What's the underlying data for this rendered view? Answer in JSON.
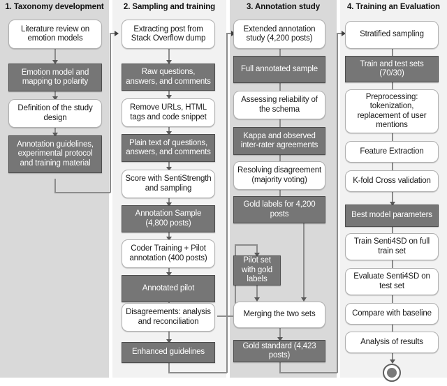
{
  "figure": {
    "type": "flowchart",
    "orientation": "four-column-swimlane",
    "colors": {
      "lane_dark": "#d9d9d9",
      "lane_light": "#f2f2f2",
      "node_grey_fill": "#767676",
      "node_white_fill": "#ffffff",
      "connector": "#8c8c8c"
    }
  },
  "columns": [
    {
      "title": "1. Taxonomy development",
      "nodes": [
        {
          "label": "Literature review on emotion models",
          "style": "white"
        },
        {
          "label": "Emotion model and mapping to polarity",
          "style": "grey"
        },
        {
          "label": "Definition of the study design",
          "style": "white"
        },
        {
          "label": "Annotation guidelines, experimental protocol and training material",
          "style": "grey"
        }
      ]
    },
    {
      "title": "2. Sampling and training",
      "nodes": [
        {
          "label": "Extracting post from Stack Overflow dump",
          "style": "white"
        },
        {
          "label": "Raw questions, answers, and comments",
          "style": "grey"
        },
        {
          "label": "Remove URLs, HTML tags and code snippet",
          "style": "white"
        },
        {
          "label": "Plain text of questions, answers, and comments",
          "style": "grey"
        },
        {
          "label": "Score with SentiStrength and sampling",
          "style": "white"
        },
        {
          "label": "Annotation Sample (4,800 posts)",
          "style": "grey"
        },
        {
          "label": "Coder Training + Pilot annotation (400 posts)",
          "style": "white"
        },
        {
          "label": "Annotated pilot",
          "style": "grey"
        },
        {
          "label": "Disagreements: analysis and reconciliation",
          "style": "white"
        },
        {
          "label": "Enhanced guidelines",
          "style": "grey"
        }
      ]
    },
    {
      "title": "3. Annotation study",
      "nodes": [
        {
          "label": "Extended annotation study (4,200 posts)",
          "style": "white"
        },
        {
          "label": "Full annotated sample",
          "style": "grey"
        },
        {
          "label": "Assessing reliability of the schema",
          "style": "white"
        },
        {
          "label": "Kappa and observed inter-rater agreements",
          "style": "grey"
        },
        {
          "label": "Resolving disagreement (majority voting)",
          "style": "white"
        },
        {
          "label": "Gold labels for 4,200 posts",
          "style": "grey"
        },
        {
          "label": "Pilot set with gold labels",
          "style": "grey"
        },
        {
          "label": "Merging the two sets",
          "style": "white"
        },
        {
          "label": "Gold standard (4,423 posts)",
          "style": "grey"
        }
      ]
    },
    {
      "title": "4. Training an Evaluation",
      "nodes": [
        {
          "label": "Stratified sampling",
          "style": "white"
        },
        {
          "label": "Train and test sets (70/30)",
          "style": "grey"
        },
        {
          "label": "Preprocessing: tokenization, replacement of user mentions",
          "style": "white"
        },
        {
          "label": "Feature Extraction",
          "style": "white"
        },
        {
          "label": "K-fold Cross validation",
          "style": "white"
        },
        {
          "label": "Best model parameters",
          "style": "grey"
        },
        {
          "label": "Train Senti4SD on full train set",
          "style": "white"
        },
        {
          "label": "Evaluate Senti4SD on test set",
          "style": "white"
        },
        {
          "label": "Compare with baseline",
          "style": "white"
        },
        {
          "label": "Analysis of results",
          "style": "white"
        }
      ]
    }
  ],
  "end_marker": {
    "name": "final-state-node"
  }
}
